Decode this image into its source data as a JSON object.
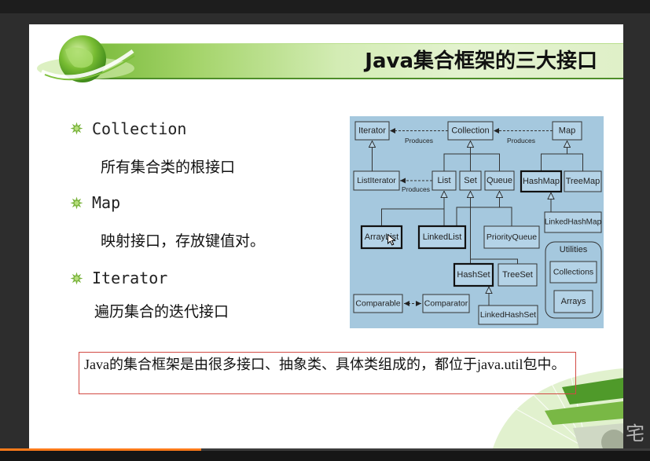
{
  "video": {
    "progress": 0.31
  },
  "slide": {
    "title": "Java集合框架的三大接口",
    "bullets": [
      {
        "heading": "Collection",
        "desc": "所有集合类的根接口"
      },
      {
        "heading": "Map",
        "desc": "映射接口，存放键值对。"
      },
      {
        "heading": "Iterator",
        "desc": "遍历集合的迭代接口"
      }
    ],
    "note": "Java的集合框架是由很多接口、抽象类、具体类组成的，都位于java.util包中。"
  },
  "diagram": {
    "nodes": {
      "iterator": "Iterator",
      "collection": "Collection",
      "map": "Map",
      "listiterator": "ListIterator",
      "list": "List",
      "set": "Set",
      "queue": "Queue",
      "hashmap": "HashMap",
      "treemap": "TreeMap",
      "linkedhashmap": "LinkedHashMap",
      "arraylist": "ArrayList",
      "linkedlist": "LinkedList",
      "priorityqueue": "PriorityQueue",
      "hashset": "HashSet",
      "treeset": "TreeSet",
      "linkedhashset": "LinkedHashSet",
      "comparable": "Comparable",
      "comparator": "Comparator",
      "collections": "Collections",
      "arrays": "Arrays"
    },
    "group_label": "Utilities",
    "edge_labels": {
      "collection_iterator": "Produces",
      "map_collection": "Produces",
      "list_listiterator": "Produces"
    }
  },
  "watermark": "宅",
  "icons": {
    "bullet": "green-flower-bullet-icon",
    "logo": "green-globe-logo",
    "cursor": "mouse-cursor-icon"
  },
  "colors": {
    "accent_green": "#7ab43c",
    "header_dark_green": "#4e8e29",
    "note_border": "#d24a43",
    "diagram_background": "#a5c8de",
    "progress": "#ff7a1a"
  }
}
